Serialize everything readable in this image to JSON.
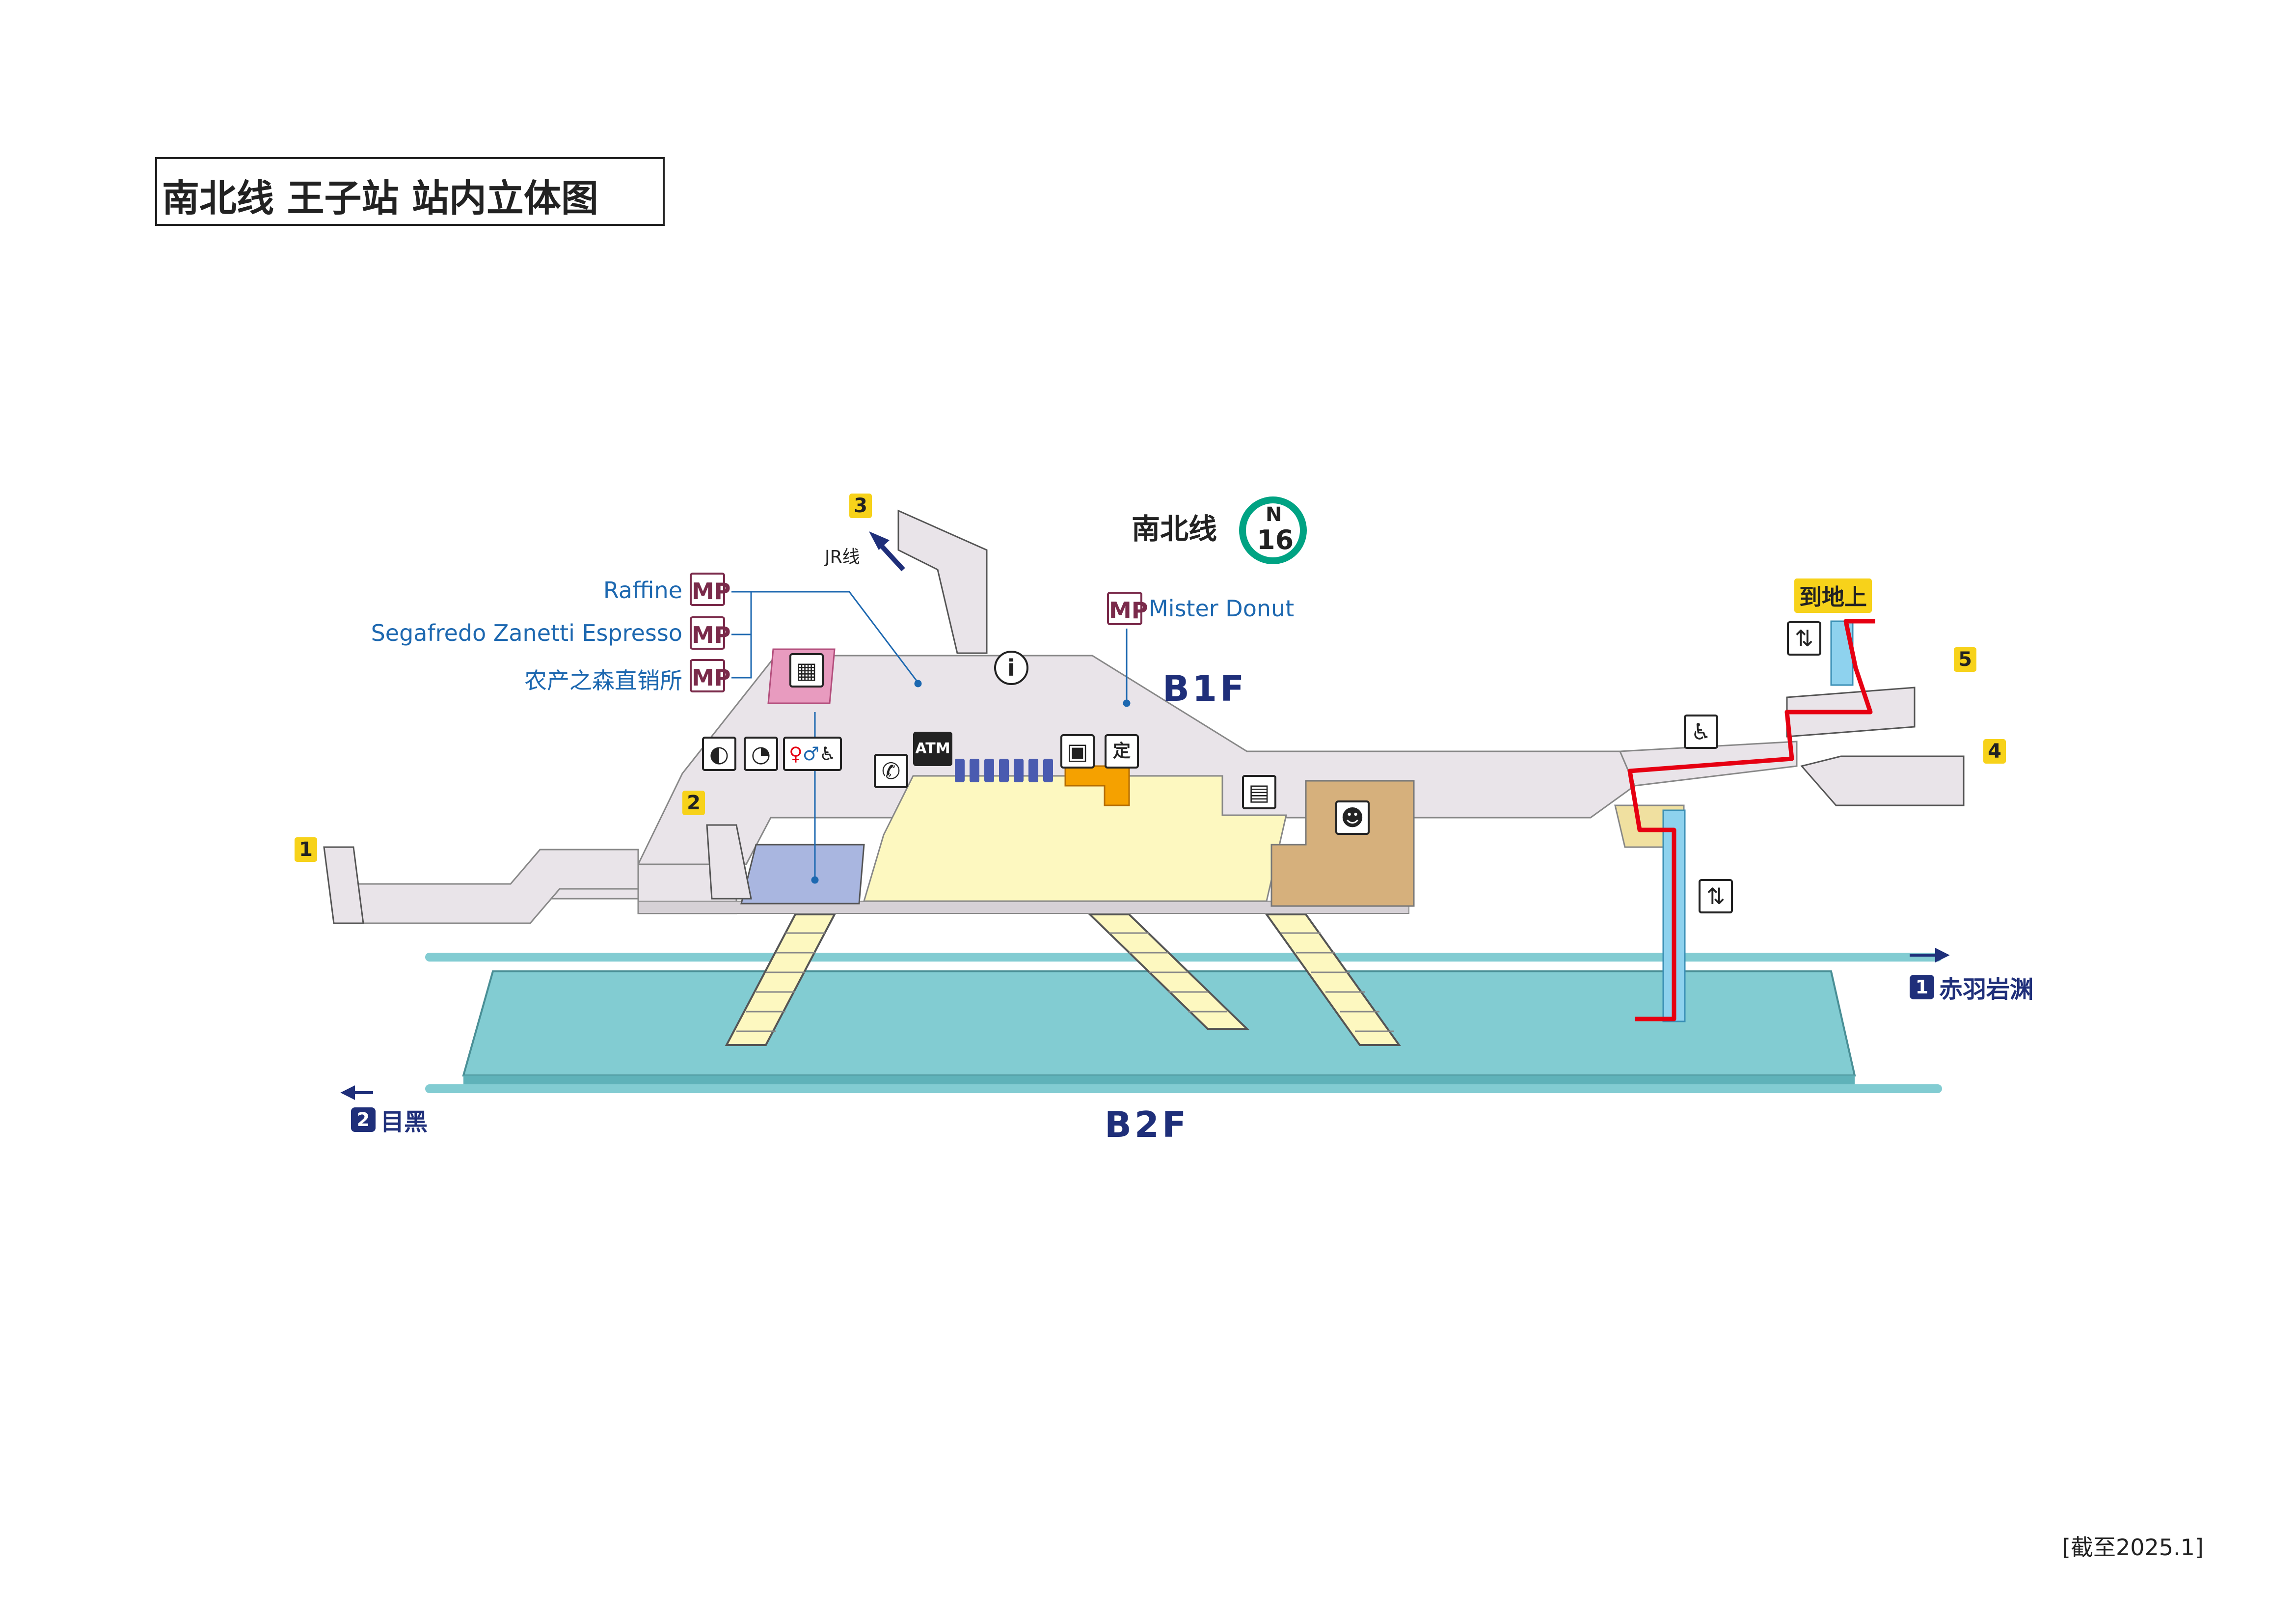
{
  "title": "南北线 王子站 站内立体图",
  "line": {
    "name": "南北线",
    "code_letter": "N",
    "code_number": "16",
    "color": "#00a383"
  },
  "floors": {
    "upper": "B1F",
    "lower": "B2F"
  },
  "exits": [
    {
      "label": "1"
    },
    {
      "label": "2"
    },
    {
      "label": "3"
    },
    {
      "label": "4"
    },
    {
      "label": "5"
    }
  ],
  "exit3_direction": "JR线",
  "to_ground": "到地上",
  "shops": [
    {
      "name": "Raffine",
      "badge": "MP"
    },
    {
      "name": "Segafredo Zanetti Espresso",
      "badge": "MP"
    },
    {
      "name": "农产之森直销所",
      "badge": "MP"
    },
    {
      "name": "Mister Donut",
      "badge": "MP"
    }
  ],
  "facilities": {
    "atm": "ATM",
    "info": "i",
    "phone": "phone-icon",
    "ticket_fixed": "定"
  },
  "directions": {
    "right": {
      "num": "1",
      "dest": "赤羽岩渊"
    },
    "left": {
      "num": "2",
      "dest": "目黑"
    }
  },
  "date_note": "[截至2025.1]",
  "colors": {
    "concourse": "#e9e4e9",
    "paid_area": "#fdf8c0",
    "office": "#d6b07c",
    "platform": "#82ccd2",
    "rail": "#82ccd2",
    "restroom_area": "#a9b6e0",
    "shop_pink": "#e89bbf",
    "elevator_path": "#e60012",
    "elevator": "#8ed2ee",
    "ticket_orange": "#f5a100",
    "gate_blue": "#4a5bb0"
  }
}
